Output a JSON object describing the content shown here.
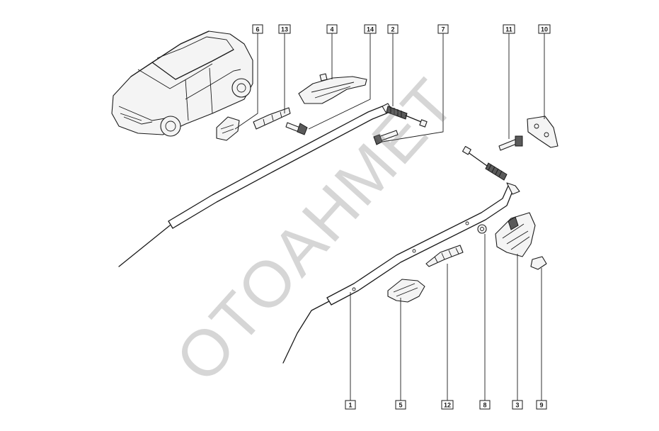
{
  "watermark": "OTOAHMET",
  "callouts": [
    {
      "id": "6",
      "label": "6"
    },
    {
      "id": "13",
      "label": "13"
    },
    {
      "id": "4",
      "label": "4"
    },
    {
      "id": "14",
      "label": "14"
    },
    {
      "id": "2",
      "label": "2"
    },
    {
      "id": "7",
      "label": "7"
    },
    {
      "id": "11",
      "label": "11"
    },
    {
      "id": "10",
      "label": "10"
    },
    {
      "id": "1",
      "label": "1"
    },
    {
      "id": "5",
      "label": "5"
    },
    {
      "id": "12",
      "label": "12"
    },
    {
      "id": "8",
      "label": "8"
    },
    {
      "id": "3",
      "label": "3"
    },
    {
      "id": "9",
      "label": "9"
    }
  ],
  "colors": {
    "ink": "#1a1a1a",
    "watermark": "#787878",
    "background": "#ffffff"
  }
}
